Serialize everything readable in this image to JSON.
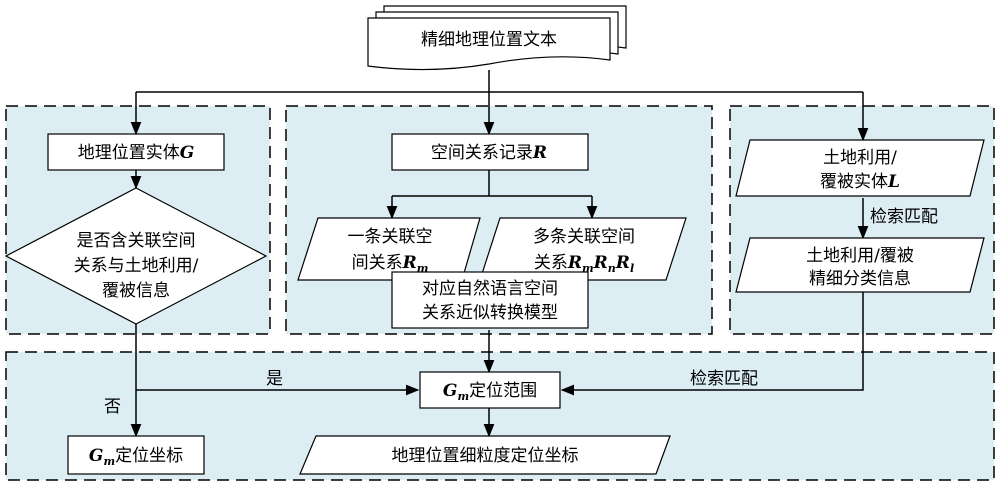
{
  "colors": {
    "panel_fill": "#dcedf4",
    "box_fill": "#ffffff",
    "stroke": "#000000"
  },
  "nodes": {
    "source_doc": "精细地理位置文本",
    "geo_entity": {
      "text": "地理位置实体",
      "var": "G"
    },
    "decision": {
      "line1": "是否含关联空间",
      "line2": "关系与土地利用/",
      "line3": "覆被信息"
    },
    "spatial_record": {
      "text": "空间关系记录",
      "var": "R"
    },
    "one_relation": {
      "line1": "一条关联空",
      "line2": "间关系",
      "var": "R",
      "sub": "m"
    },
    "multi_relation": {
      "line1": "多条关联空间",
      "line2": "关系",
      "v1": "R",
      "s1": "m",
      "v2": "R",
      "s2": "n",
      "v3": "R",
      "s3": "l"
    },
    "conversion_model": {
      "line1": "对应自然语言空间",
      "line2": "关系近似转换模型"
    },
    "landuse_entity": {
      "line1": "土地利用/",
      "line2": "覆被实体",
      "var": "L"
    },
    "landuse_info": {
      "line1": "土地利用/覆被",
      "line2": "精细分类信息"
    },
    "locate_range": {
      "var": "G",
      "sub": "m",
      "text": "定位范围"
    },
    "locate_coord": {
      "var": "G",
      "sub": "m",
      "text": "定位坐标"
    },
    "fine_coord": "地理位置细粒度定位坐标"
  },
  "edge_labels": {
    "match1": "检索匹配",
    "match2": "检索匹配",
    "yes": "是",
    "no": "否"
  }
}
